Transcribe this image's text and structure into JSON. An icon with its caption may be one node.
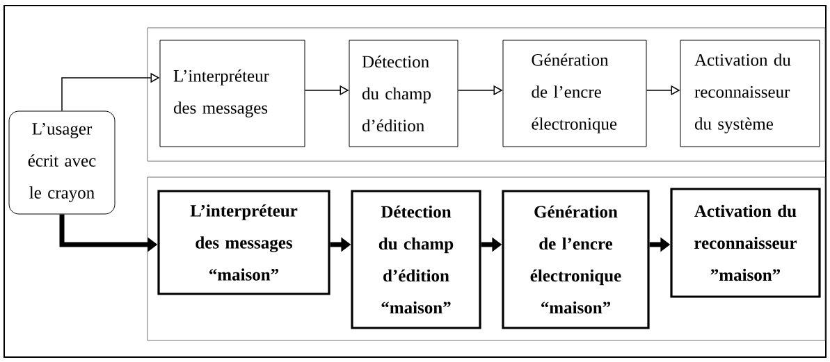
{
  "diagram": {
    "nodes": [
      {
        "text": [
          "L’usager écrit avec le crayon"
        ]
      },
      {
        "text": [],
        "shape": "box"
      },
      {
        "text": [
          "L’interpréteur des messages"
        ],
        "in": 1
      },
      {
        "text": [
          "Détection du champ d’édition"
        ],
        "in": 1
      },
      {
        "text": [
          "Génération de l’encre électronique"
        ],
        "in": 1
      },
      {
        "text": [
          "Activation du reconnaisseur du système"
        ],
        "in": 1
      },
      {
        "text": [],
        "shape": "box"
      },
      {
        "text": [
          "L’interpréteur des messages “maison”"
        ],
        "in": 6
      },
      {
        "text": [
          "Détection du champ d’édition “maison”"
        ],
        "in": 6
      },
      {
        "text": [
          "Génération de l’encre électronique “maison”"
        ],
        "in": 6
      },
      {
        "text": [
          "Activation du reconnaisseur ”maison”"
        ],
        "in": 6
      }
    ],
    "edges": [
      {
        "from": 0,
        "to": 2,
        "arrow": "to"
      },
      {
        "from": 2,
        "to": 3,
        "arrow": "to"
      },
      {
        "from": 3,
        "to": 4,
        "arrow": "to"
      },
      {
        "from": 4,
        "to": 5,
        "arrow": "to"
      },
      {
        "from": 0,
        "to": 7,
        "arrow": "to",
        "style": "thick"
      },
      {
        "from": 7,
        "to": 8,
        "arrow": "to",
        "style": "thick"
      },
      {
        "from": 8,
        "to": 9,
        "arrow": "to",
        "style": "thick"
      },
      {
        "from": 9,
        "to": 10,
        "arrow": "to",
        "style": "thick"
      }
    ]
  }
}
